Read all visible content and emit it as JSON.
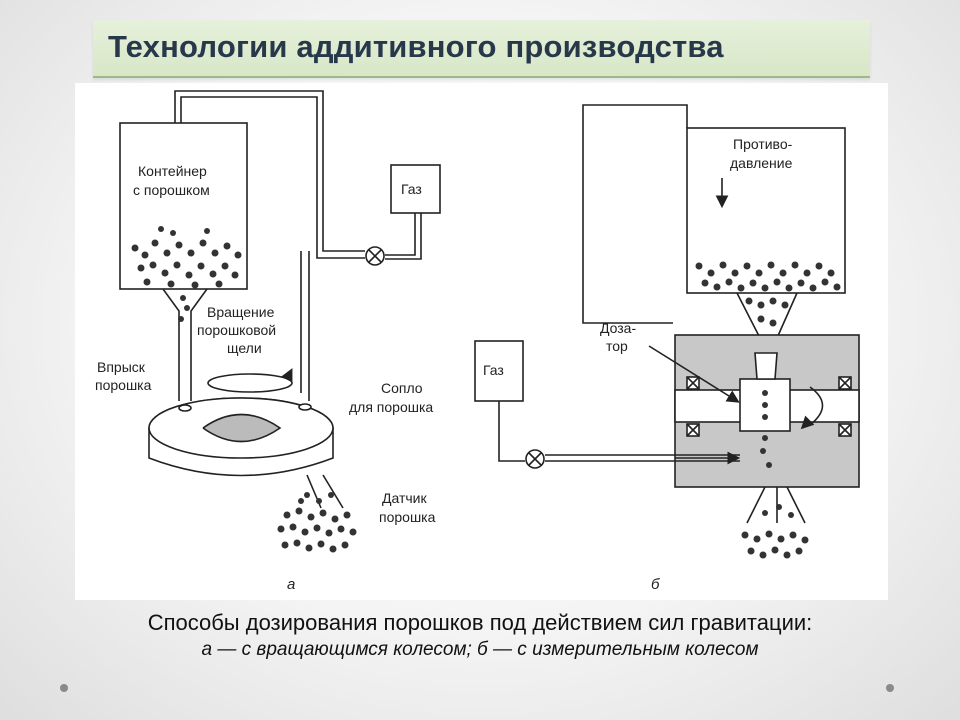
{
  "slide": {
    "title": "Технологии аддитивного производства",
    "caption_line1": "Способы дозирования порошков под действием сил гравитации:",
    "caption_line2": "а — с вращающимся колесом; б — с измерительным колесом"
  },
  "diagram_a": {
    "label_container_1": "Контейнер",
    "label_container_2": "с порошком",
    "label_gas": "Газ",
    "label_rotation_1": "Вращение",
    "label_rotation_2": "порошковой",
    "label_rotation_3": "щели",
    "label_injection_1": "Впрыск",
    "label_injection_2": "порошка",
    "label_nozzle_1": "Сопло",
    "label_nozzle_2": "для порошка",
    "label_sensor_1": "Датчик",
    "label_sensor_2": "порошка",
    "sublabel": "а"
  },
  "diagram_b": {
    "label_counter_1": "Противо-",
    "label_counter_2": "давление",
    "label_doser_1": "Доза-",
    "label_doser_2": "тор",
    "label_gas": "Газ",
    "sublabel": "б"
  },
  "colors": {
    "title_bg": "#d9e8ca",
    "title_text": "#27384a",
    "block_fill": "#c8c8c8"
  }
}
